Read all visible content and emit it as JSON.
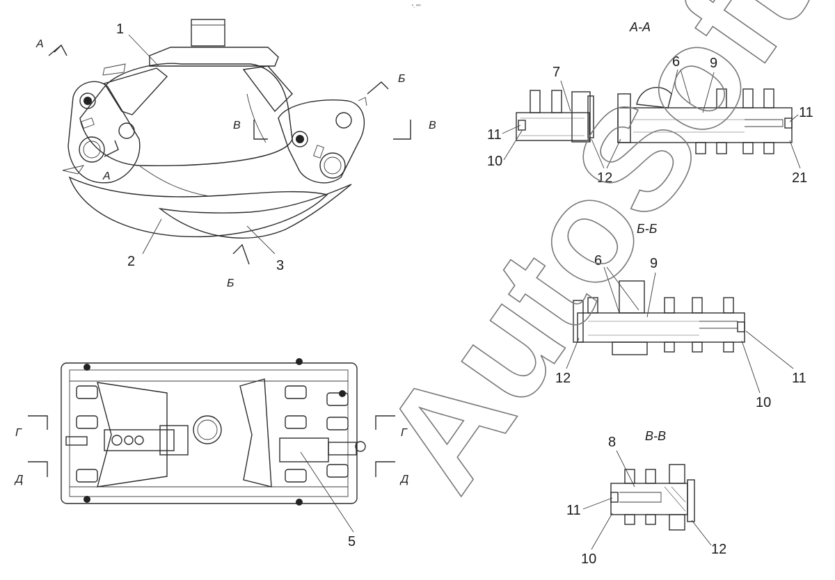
{
  "watermark": "AutoSoft",
  "corner_mark": "ⁿ˯ ᵒᵒᵒ",
  "section_titles": {
    "aa": "А-А",
    "bb": "Б-Б",
    "vv": "В-В"
  },
  "cut_markers": {
    "a": "А",
    "b": "Б",
    "v": "В",
    "g": "Г",
    "d": "Д"
  },
  "callouts": {
    "top_view": [
      "1",
      "2",
      "3"
    ],
    "bottom_view": [
      "5"
    ],
    "aa": [
      "7",
      "6",
      "9",
      "11",
      "11",
      "10",
      "12",
      "21"
    ],
    "bb": [
      "6",
      "9",
      "12",
      "11",
      "10"
    ],
    "vv": [
      "8",
      "11",
      "10",
      "12"
    ]
  }
}
